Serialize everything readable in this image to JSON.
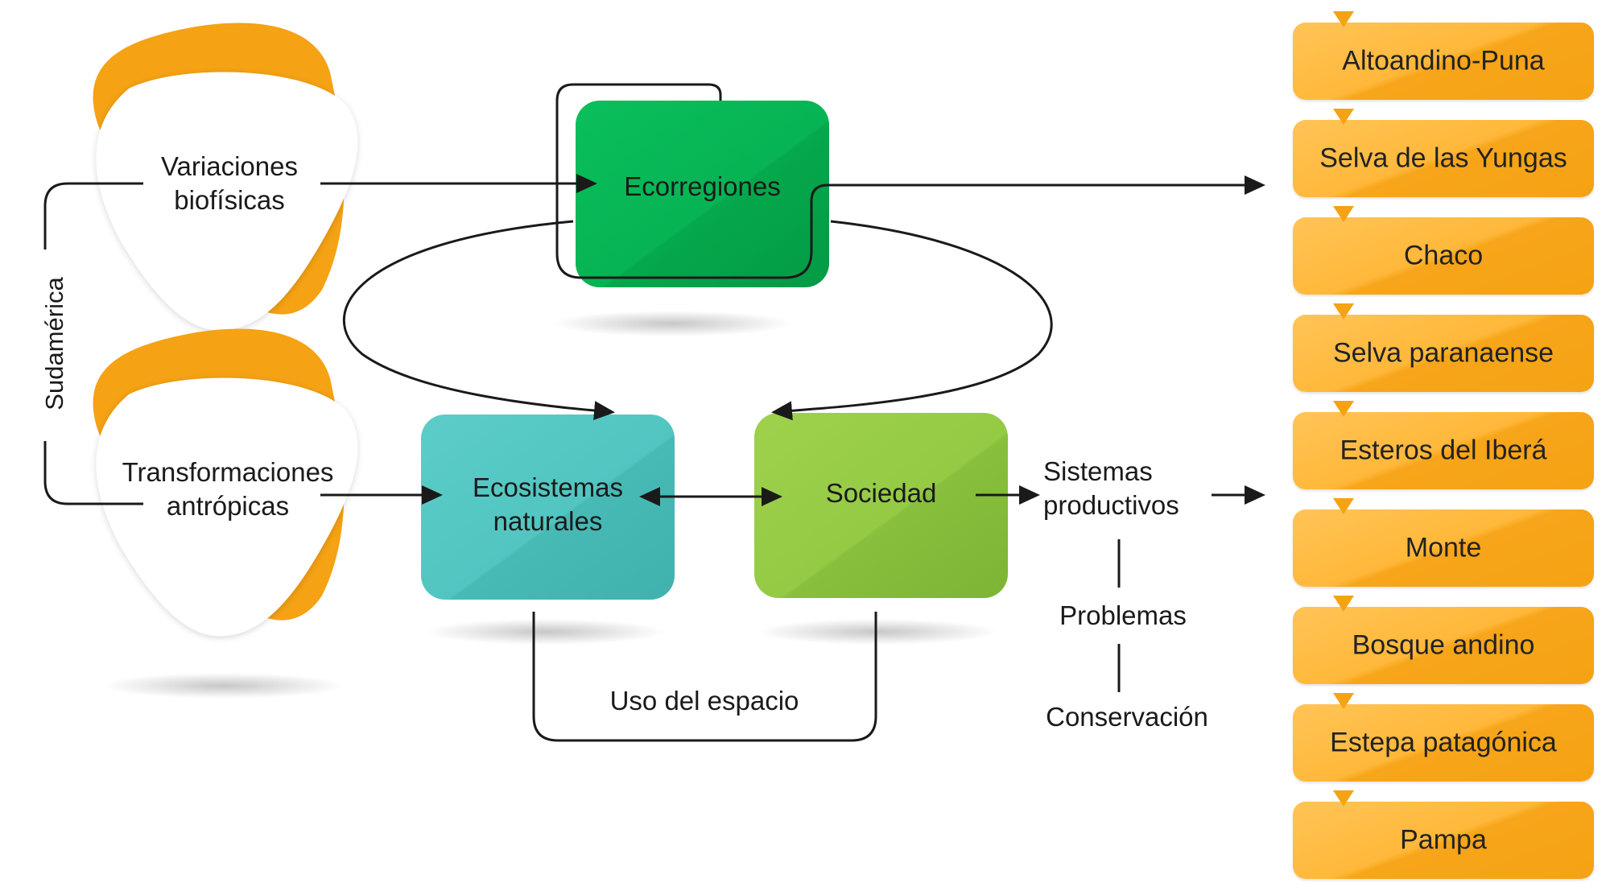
{
  "colors": {
    "orange": "#f5a214",
    "ecorregiones": "#06b050",
    "ecosistemas": "#4fc4c0",
    "sociedad": "#8cc540",
    "line": "#1a1a1a"
  },
  "side_label": "Sudamérica",
  "drivers": {
    "variaciones": [
      "Variaciones",
      "biofísicas"
    ],
    "transformaciones": [
      "Transformaciones",
      "antrópicas"
    ]
  },
  "nodes": {
    "ecorregiones": "Ecorregiones",
    "ecosistemas": [
      "Ecosistemas",
      "naturales"
    ],
    "sociedad": "Sociedad"
  },
  "uso_del_espacio": "Uso del espacio",
  "chain": {
    "sistemas": [
      "Sistemas",
      "productivos"
    ],
    "problemas": "Problemas",
    "conservacion": "Conservación"
  },
  "ecoregions": [
    "Altoandino-Puna",
    "Selva de las Yungas",
    "Chaco",
    "Selva paranaense",
    "Esteros del Iberá",
    "Monte",
    "Bosque andino",
    "Estepa patagónica",
    "Pampa"
  ]
}
